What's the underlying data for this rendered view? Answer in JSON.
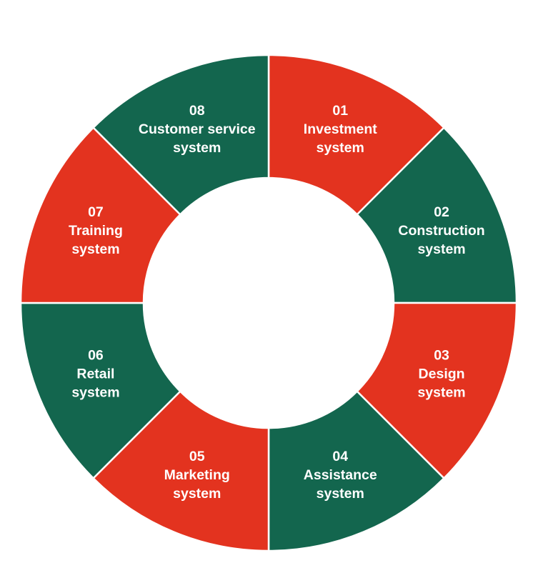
{
  "colors": {
    "red": "#e3331f",
    "green": "#13664e",
    "divider": "#ffffff",
    "background": "#ffffff"
  },
  "segments": [
    {
      "number": "01",
      "lines": [
        "Investment",
        "system"
      ],
      "color": "red"
    },
    {
      "number": "02",
      "lines": [
        "Construction",
        "system"
      ],
      "color": "green"
    },
    {
      "number": "03",
      "lines": [
        "Design",
        "system"
      ],
      "color": "red"
    },
    {
      "number": "04",
      "lines": [
        "Assistance",
        "system"
      ],
      "color": "green"
    },
    {
      "number": "05",
      "lines": [
        "Marketing",
        "system"
      ],
      "color": "red"
    },
    {
      "number": "06",
      "lines": [
        "Retail",
        "system"
      ],
      "color": "green"
    },
    {
      "number": "07",
      "lines": [
        "Training",
        "system"
      ],
      "color": "red"
    },
    {
      "number": "08",
      "lines": [
        "Customer service",
        "system"
      ],
      "color": "green"
    }
  ]
}
